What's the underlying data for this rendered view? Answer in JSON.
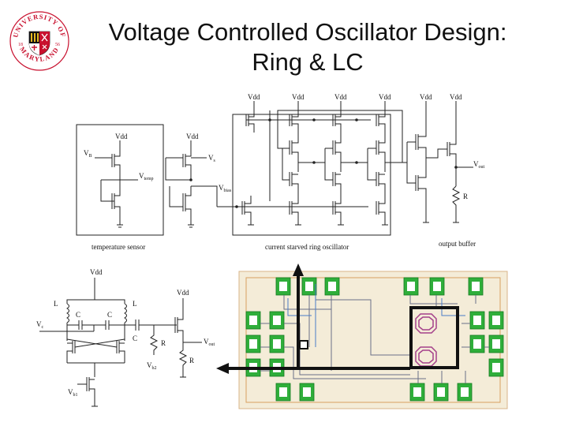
{
  "slide": {
    "title_line1": "Voltage Controlled Oscillator Design:",
    "title_line2": "Ring & LC"
  },
  "logo": {
    "text_top": "UNIVERSITY OF",
    "text_bottom": "MARYLAND",
    "year_left": "18",
    "year_right": "56"
  },
  "ring_schematic": {
    "vdd_labels": [
      "Vdd",
      "Vdd",
      "Vdd",
      "Vdd",
      "Vdd",
      "Vdd",
      "Vdd",
      "Vdd"
    ],
    "v_b": "V",
    "v_b_sub": "B",
    "v_temp": "V",
    "v_temp_sub": "temp",
    "v_s": "V",
    "v_s_sub": "s",
    "v_bias": "V",
    "v_bias_sub": "bias",
    "v_out": "V",
    "v_out_sub": "out",
    "r": "R",
    "caption_temperature": "temperature sensor",
    "caption_ring": "current starved ring oscillator",
    "caption_buffer": "output buffer"
  },
  "lc_schematic": {
    "vdd": "Vdd",
    "vdd2": "Vdd",
    "l_left": "L",
    "l_right": "L",
    "c_left": "C",
    "c_right": "C",
    "c_coupling": "C",
    "v_c": "V",
    "v_c_sub": "c",
    "r_top": "R",
    "r_bottom": "R",
    "v_b2": "V",
    "v_b2_sub": "b2",
    "v_b1": "V",
    "v_b1_sub": "b1",
    "v_out": "V",
    "v_out_sub": "out"
  },
  "colors": {
    "seal_red": "#c8102e",
    "seal_gold": "#e8b820",
    "layout_bg": "#f4ecd8",
    "layout_border": "#d8b48a",
    "pad_green": "#2fae3a",
    "inductor_magenta": "#a4408a"
  }
}
